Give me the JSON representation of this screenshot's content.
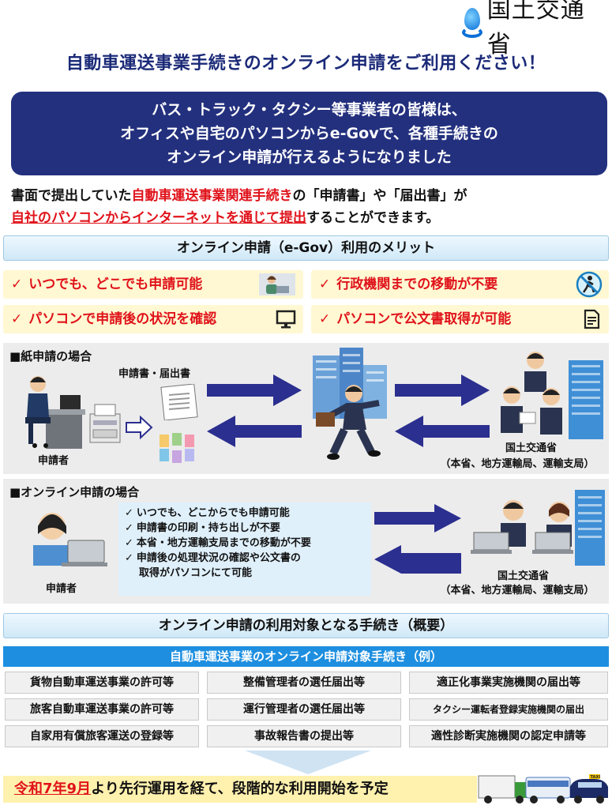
{
  "logo": {
    "name": "国土交通省"
  },
  "main_title": "自動車運送事業手続きのオンライン申請をご利用ください！",
  "banner": {
    "line1": "バス・トラック・タクシー等事業者の皆様は、",
    "line2": "オフィスや自宅のパソコンからe-Govで、各種手続きの",
    "line3": "オンライン申請が行えるようになりました"
  },
  "intro": {
    "p1_a": "書面で提出していた",
    "p1_red": "自動車運送事業関連手続き",
    "p1_b": "の「申請書」や「届出書」が",
    "p2_red": "自社のパソコンからインターネットを通じて提出",
    "p2_b": "することができます。"
  },
  "merit": {
    "title": "オンライン申請（e-Gov）利用のメリット",
    "check": "✓",
    "items": [
      "いつでも、どこでも申請可能",
      "行政機関までの移動が不要",
      "パソコンで申請後の状況を確認",
      "パソコンで公文書取得が可能"
    ]
  },
  "paper": {
    "title": "■紙申請の場合",
    "doc_label": "申請書・届出書",
    "applicant": "申請者",
    "ministry": "国土交通省",
    "ministry_sub": "（本省、地方運輸局、運輸支局）"
  },
  "online": {
    "title": "■オンライン申請の場合",
    "applicant": "申請者",
    "ministry": "国土交通省",
    "ministry_sub": "（本省、地方運輸局、運輸支局）",
    "check": "✓",
    "items": [
      "いつでも、どこからでも申請可能",
      "申請書の印刷・持ち出しが不要",
      "本省・地方運輸支局までの移動が不要",
      "申請後の処理状況の確認や公文書の"
    ],
    "item4_cont": "取得がパソコンにて可能"
  },
  "targets": {
    "title": "オンライン申請の利用対象となる手続き（概要）",
    "subtitle": "自動車運送事業のオンライン申請対象手続き（例）",
    "cells": [
      "貨物自動車運送事業の許可等",
      "整備管理者の選任届出等",
      "適正化事業実施機関の届出等",
      "旅客自動車運送事業の許可等",
      "運行管理者の選任届出等",
      "タクシー運転者登録実施機関の届出",
      "自家用有償旅客運送の登録等",
      "事故報告書の提出等",
      "適性診断実施機関の認定申請等"
    ]
  },
  "bottom": {
    "red": "令和7年9月",
    "rest": "より先行運用を経て、段階的な利用開始を予定",
    "taxi_sign": "TAXI"
  },
  "colors": {
    "navy": "#23307e",
    "red": "#e0121a",
    "arrow": "#2b2f8f",
    "blue": "#1e8fe0"
  }
}
